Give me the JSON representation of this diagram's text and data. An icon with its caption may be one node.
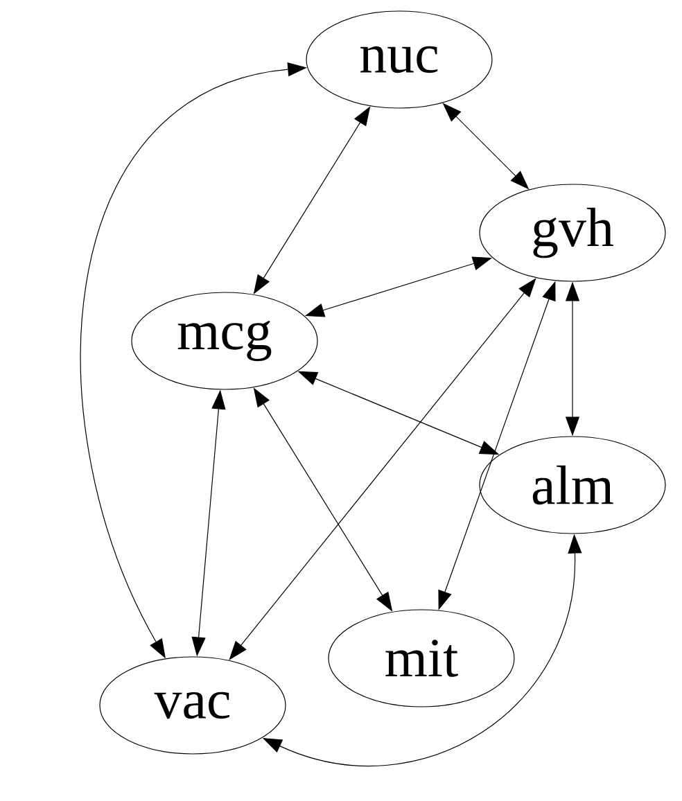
{
  "diagram": {
    "nodes": [
      {
        "text": [
          "nuc"
        ]
      },
      {
        "text": [
          "gvh"
        ]
      },
      {
        "text": [
          "mcg"
        ]
      },
      {
        "text": [
          "alm"
        ]
      },
      {
        "text": [
          "mit"
        ]
      },
      {
        "text": [
          "vac"
        ]
      }
    ],
    "edges": [
      {
        "from": 0,
        "to": 1,
        "arrow": "both"
      },
      {
        "from": 0,
        "to": 2,
        "arrow": "both"
      },
      {
        "from": 0,
        "to": 5,
        "arrow": "both"
      },
      {
        "from": 1,
        "to": 2,
        "arrow": "both"
      },
      {
        "from": 1,
        "to": 3,
        "arrow": "both"
      },
      {
        "from": 1,
        "to": 5,
        "arrow": "both"
      },
      {
        "from": 1,
        "to": 4,
        "arrow": "both"
      },
      {
        "from": 2,
        "to": 3,
        "arrow": "both"
      },
      {
        "from": 2,
        "to": 5,
        "arrow": "both"
      },
      {
        "from": 2,
        "to": 4,
        "arrow": "both"
      },
      {
        "from": 3,
        "to": 5,
        "arrow": "both"
      }
    ]
  }
}
